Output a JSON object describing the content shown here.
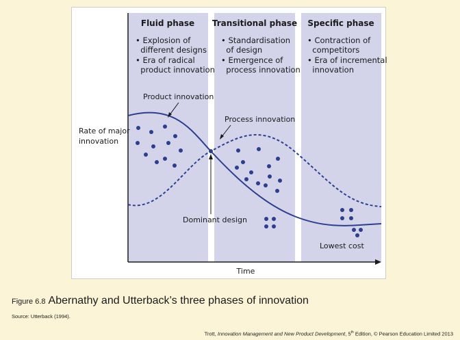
{
  "phases": [
    {
      "title": "Fluid phase",
      "lines": [
        "• Explosion of",
        "  different designs",
        "• Era of radical",
        "  product innovation"
      ]
    },
    {
      "title": "Transitional phase",
      "lines": [
        "• Standardisation",
        "  of design",
        "• Emergence of",
        "  process innovation"
      ]
    },
    {
      "title": "Specific phase",
      "lines": [
        "• Contraction of",
        "  competitors",
        "• Era of incremental",
        "  innovation"
      ]
    }
  ],
  "labels": {
    "y_axis_line1": "Rate of major",
    "y_axis_line2": "innovation",
    "x_axis": "Time",
    "product_innovation": "Product innovation",
    "process_innovation": "Process innovation",
    "dominant_design": "Dominant design",
    "lowest_cost": "Lowest cost"
  },
  "caption": {
    "label": "Figure 6.8",
    "title": "Abernathy and Utterback’s three phases of innovation",
    "source": "Source: Utterback (1994)."
  },
  "footer": {
    "author": "Trott, ",
    "book": "Innovation Management and New Product Development",
    "edition_pre": ", 5",
    "edition_sup": "th",
    "rest": " Edition, © Pearson Education Limited 2013"
  },
  "colors": {
    "phase_band": "#d3d3ea",
    "curve": "#2c3f8f",
    "dot": "#2c3f8f",
    "background": "#fbf4d6"
  }
}
